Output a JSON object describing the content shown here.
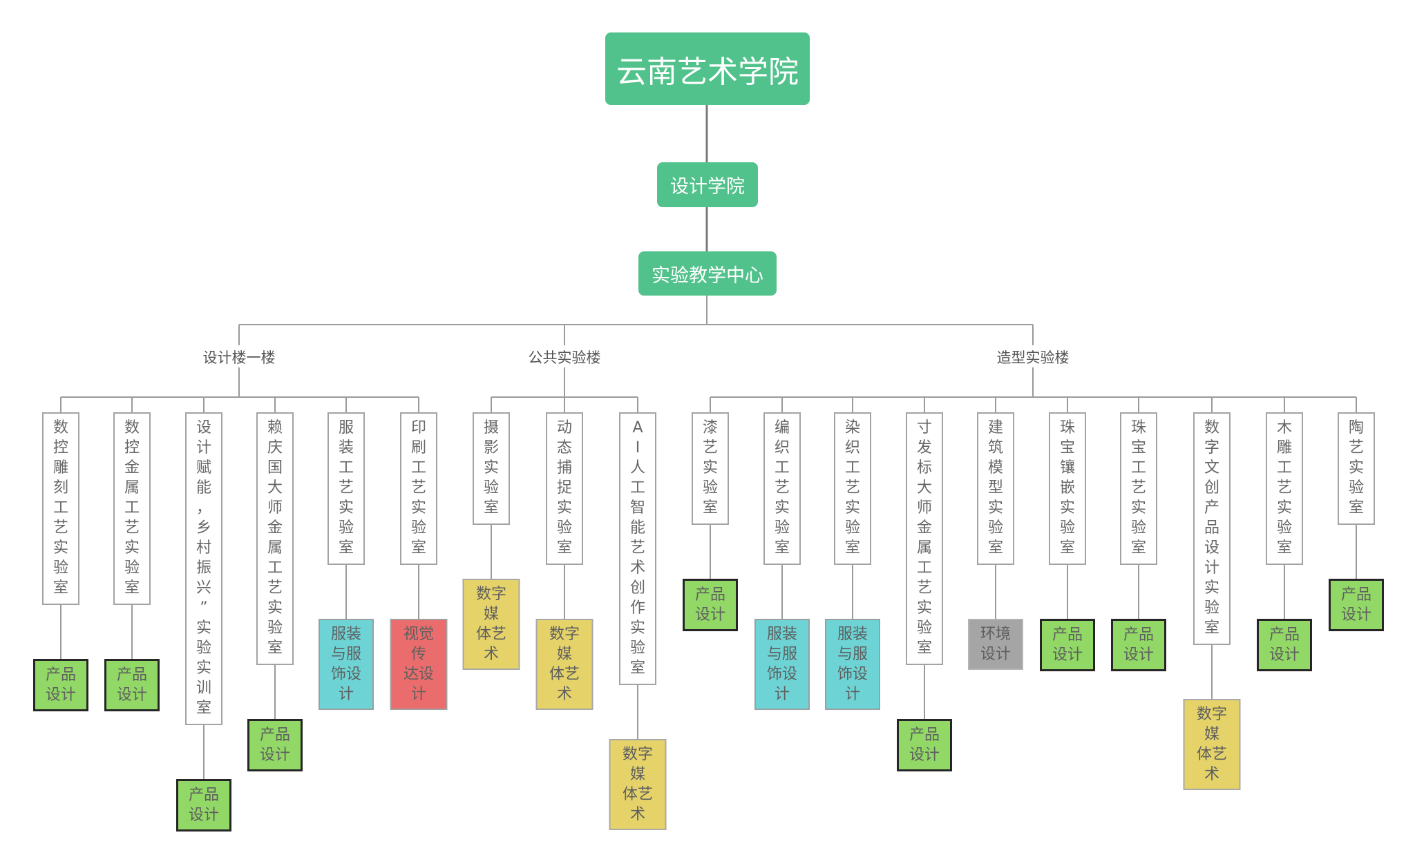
{
  "root": {
    "label": "云南艺术学院"
  },
  "college": {
    "label": "设计学院"
  },
  "center": {
    "label": "实验教学中心"
  },
  "colors": {
    "node_green": "#52c28c",
    "product_design": "#91d866",
    "fashion_design": "#6dd3d4",
    "visual_design": "#eb6c6c",
    "digital_media": "#e5d36a",
    "environment_design": "#a5a5a5"
  },
  "buildings": [
    {
      "label": "设计楼一楼",
      "labs": [
        {
          "label": "数控雕刻工艺实验室",
          "major": {
            "label": "产品设计",
            "type": "green"
          }
        },
        {
          "label": "数控金属工艺实验室",
          "major": {
            "label": "产品设计",
            "type": "green"
          }
        },
        {
          "label": "设计赋能，乡村振兴”实验实训室",
          "major": {
            "label": "产品设计",
            "type": "green"
          }
        },
        {
          "label": "赖庆国大师金属工艺实验室",
          "major": {
            "label": "产品设计",
            "type": "green"
          }
        },
        {
          "label": "服装工艺实验室",
          "major": {
            "label": "服装与服饰设计",
            "type": "teal"
          }
        },
        {
          "label": "印刷工艺实验室",
          "major": {
            "label": "视觉传达设计",
            "type": "red"
          }
        }
      ]
    },
    {
      "label": "公共实验楼",
      "labs": [
        {
          "label": "摄影实验室",
          "major": {
            "label": "数字媒体艺术",
            "type": "yellow"
          }
        },
        {
          "label": "动态捕捉实验室",
          "major": {
            "label": "数字媒体艺术",
            "type": "yellow"
          }
        },
        {
          "label": "AI人工智能艺术创作实验室",
          "major": {
            "label": "数字媒体艺术",
            "type": "yellow"
          }
        }
      ]
    },
    {
      "label": "造型实验楼",
      "labs": [
        {
          "label": "漆艺实验室",
          "major": {
            "label": "产品设计",
            "type": "green"
          }
        },
        {
          "label": "编织工艺实验室",
          "major": {
            "label": "服装与服饰设计",
            "type": "teal"
          }
        },
        {
          "label": "染织工艺实验室",
          "major": {
            "label": "服装与服饰设计",
            "type": "teal"
          }
        },
        {
          "label": "寸发标大师金属工艺实验室",
          "major": {
            "label": "产品设计",
            "type": "green"
          }
        },
        {
          "label": "建筑模型实验室",
          "major": {
            "label": "环境设计",
            "type": "gray"
          }
        },
        {
          "label": "珠宝镶嵌实验室",
          "major": {
            "label": "产品设计",
            "type": "green"
          }
        },
        {
          "label": "珠宝工艺实验室",
          "major": {
            "label": "产品设计",
            "type": "green"
          }
        },
        {
          "label": "数字文创产品设计实验室",
          "major": {
            "label": "数字媒体艺术",
            "type": "yellow"
          }
        },
        {
          "label": "木雕工艺实验室",
          "major": {
            "label": "产品设计",
            "type": "green"
          }
        },
        {
          "label": "陶艺实验室",
          "major": {
            "label": "产品设计",
            "type": "green"
          }
        }
      ]
    }
  ]
}
